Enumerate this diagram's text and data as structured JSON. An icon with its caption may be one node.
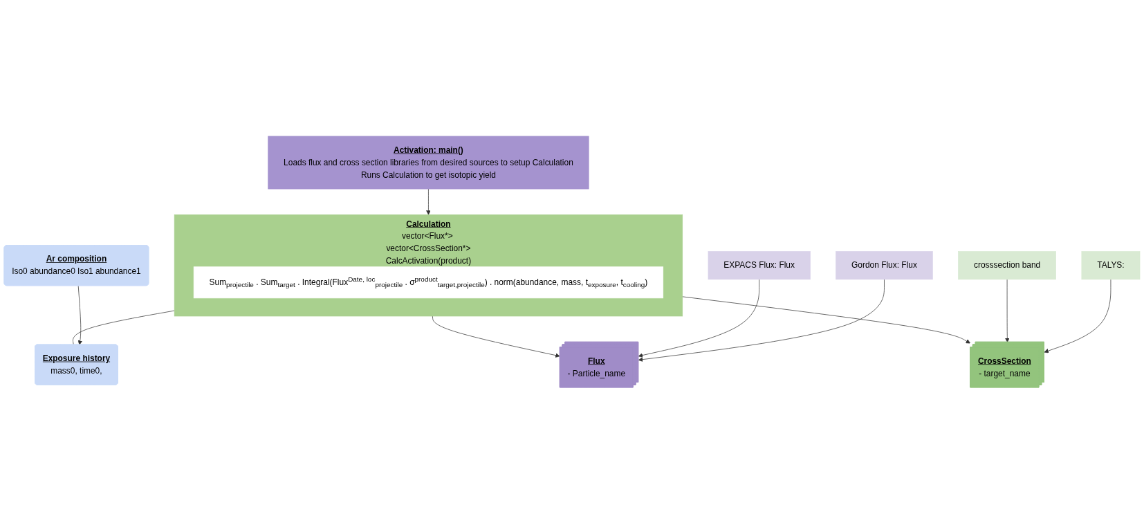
{
  "diagram": {
    "nodes": [
      {
        "text": [
          "Exposure history",
          "mass0, time0,"
        ]
      },
      {
        "text": [
          "Activation: main()",
          "Loads flux and cross section libraries from desired sources to setup Calculation",
          "Runs Calculation to get isotopic yield"
        ]
      },
      {
        "text": [
          "Calculation",
          "vector<Flux*> vector<CrossSection*>",
          "CalcActivation(product)"
        ]
      },
      {
        "text": [
          "Sum$_{projectile}$ . Sum$_{target}$ . Integral(Flux$^{Date, loc}$$_{projectile}$ . σ$^{product}$$_{target,projectile}$) . norm(abundance, mass, t$_{exposure}$, t$_{cooling}$)"
        ],
        "in": 2
      },
      {
        "text": [
          "Ar composition",
          "Iso0 abundance0 Iso1 abundance1"
        ]
      },
      {
        "text": [
          "Flux",
          "- Particle_name"
        ]
      },
      {
        "text": [
          "CrossSection",
          "- target_name"
        ]
      },
      {
        "text": [
          "Gordon  Flux: Flux"
        ]
      },
      {
        "text": [
          "EXPACS  Flux: Flux"
        ]
      },
      {
        "text": [
          "TALYS:"
        ]
      },
      {
        "text": [
          "crosssection  band"
        ]
      }
    ],
    "edges": [
      {
        "from": 1,
        "to": 2,
        "arrow": "to"
      },
      {
        "from": 4,
        "to": 0,
        "arrow": "to"
      },
      {
        "from": 2,
        "to": 0,
        "arrow": "none"
      },
      {
        "from": 2,
        "to": 5,
        "arrow": "to"
      },
      {
        "from": 2,
        "to": 6,
        "arrow": "to"
      },
      {
        "from": 7,
        "to": 5,
        "arrow": "to"
      },
      {
        "from": 8,
        "to": 5,
        "arrow": "to"
      },
      {
        "from": 9,
        "to": 6,
        "arrow": "to"
      },
      {
        "from": 10,
        "to": 6,
        "arrow": "to"
      }
    ]
  }
}
